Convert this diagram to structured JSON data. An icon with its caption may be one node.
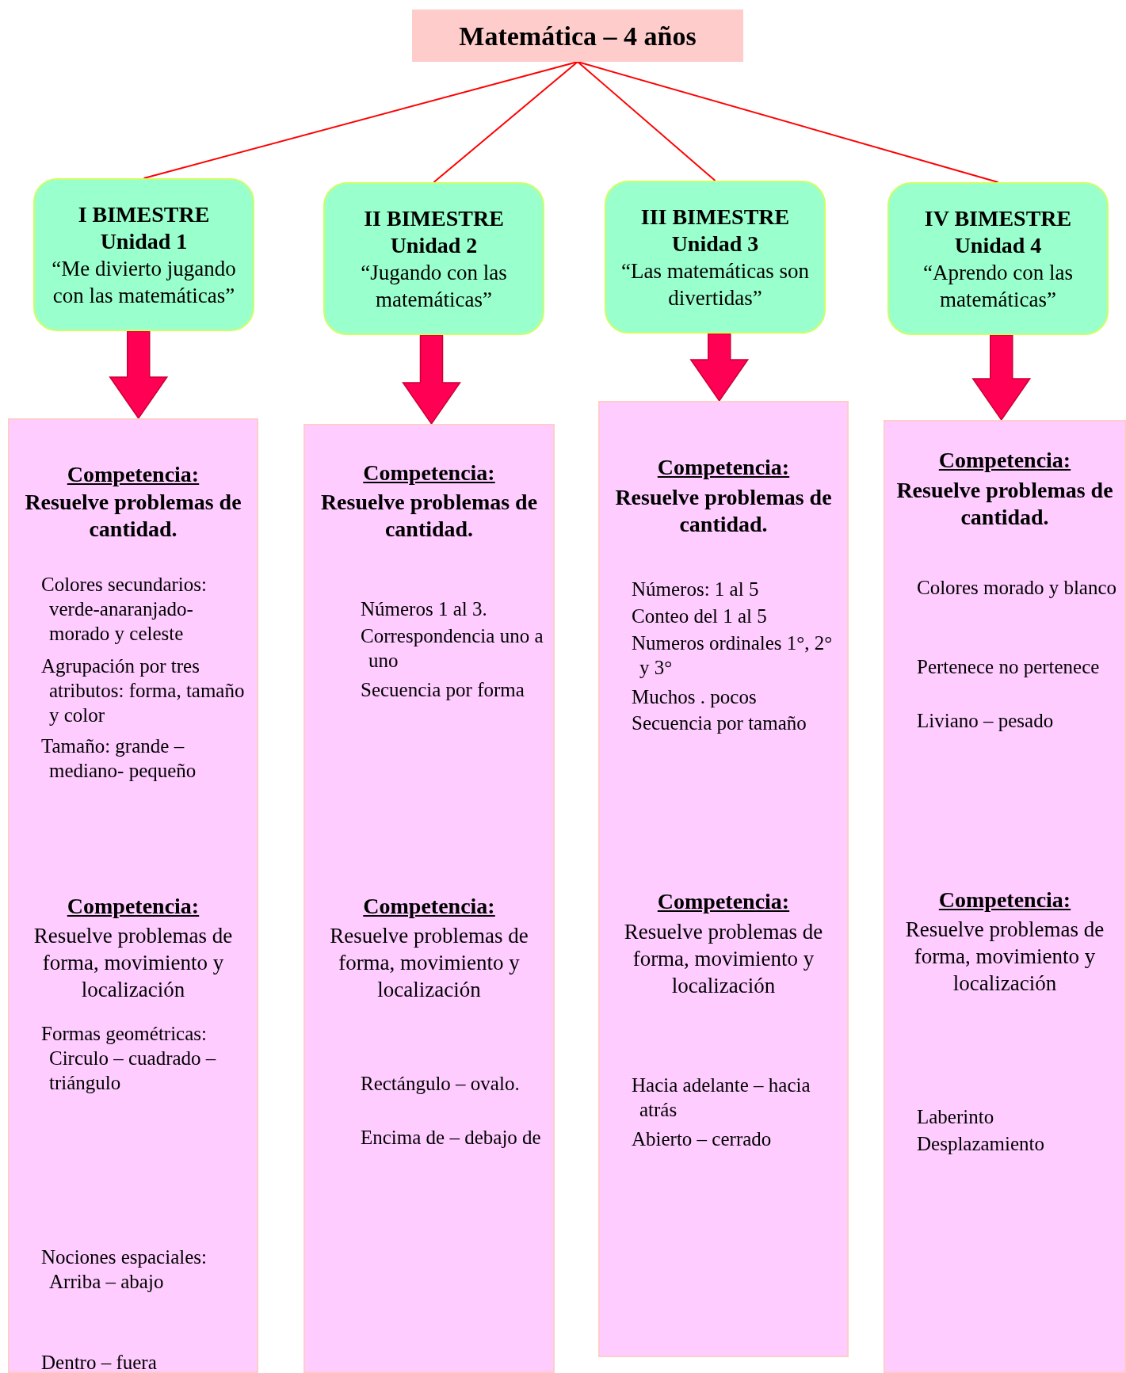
{
  "diagram": {
    "nodes": [
      {
        "text": [
          "Matemática – 4 años"
        ]
      },
      {
        "text": [
          "I BIMESTRE",
          "Unidad 1",
          "“Me divierto jugando con las matemáticas”"
        ]
      },
      {
        "text": [
          "II BIMESTRE",
          "Unidad 2",
          "“Jugando con las matemáticas”"
        ]
      },
      {
        "text": [
          "III BIMESTRE",
          "Unidad 3",
          "“Las matemáticas son divertidas”"
        ]
      },
      {
        "text": [
          "IV BIMESTRE",
          "Unidad 4",
          "“Aprendo con las matemáticas”"
        ]
      },
      {
        "text": [
          "Competencia:",
          "Resuelve problemas de cantidad.",
          "Colores secundarios: verde-anaranjado-morado y celeste",
          "Agrupación por tres atributos: forma, tamaño y color",
          "Tamaño: grande – mediano- pequeño",
          "Competencia:",
          "Resuelve problemas de forma, movimiento y localización",
          "Formas geométricas: Circulo – cuadrado – triángulo",
          "Nociones espaciales: Arriba – abajo",
          "Dentro – fuera"
        ]
      },
      {
        "text": [
          "Competencia:",
          "Resuelve problemas de cantidad.",
          "Números 1 al 3.",
          "Correspondencia uno a uno",
          "Secuencia por forma",
          "Competencia:",
          "Resuelve problemas de forma, movimiento y localización",
          "Rectángulo – ovalo.",
          "Encima de – debajo de"
        ]
      },
      {
        "text": [
          "Competencia:",
          "Resuelve problemas de cantidad.",
          "Números: 1 al 5",
          "Conteo del 1 al 5",
          "Numeros ordinales 1°, 2° y 3°",
          "Muchos . pocos",
          "Secuencia por tamaño",
          "Competencia:",
          "Resuelve problemas de forma, movimiento y localización",
          "Hacia adelante – hacia atrás",
          "Abierto – cerrado"
        ]
      },
      {
        "text": [
          "Competencia:",
          "Resuelve problemas de cantidad.",
          "Colores morado y blanco",
          "Pertenece no pertenece",
          "Liviano – pesado",
          "Competencia:",
          "Resuelve problemas de forma, movimiento y localización",
          "Laberinto",
          "Desplazamiento"
        ]
      }
    ],
    "edges": [
      {
        "from": 0,
        "to": 1,
        "arrow": "none"
      },
      {
        "from": 0,
        "to": 2,
        "arrow": "none"
      },
      {
        "from": 0,
        "to": 3,
        "arrow": "none"
      },
      {
        "from": 0,
        "to": 4,
        "arrow": "none"
      },
      {
        "from": 1,
        "to": 5,
        "arrow": "to",
        "style": "thick",
        "color": "#ff0055"
      },
      {
        "from": 2,
        "to": 6,
        "arrow": "to",
        "style": "thick",
        "color": "#ff0055"
      },
      {
        "from": 3,
        "to": 7,
        "arrow": "to",
        "style": "thick",
        "color": "#ff0055"
      },
      {
        "from": 4,
        "to": 8,
        "arrow": "to",
        "style": "thick",
        "color": "#ff0055"
      }
    ]
  }
}
